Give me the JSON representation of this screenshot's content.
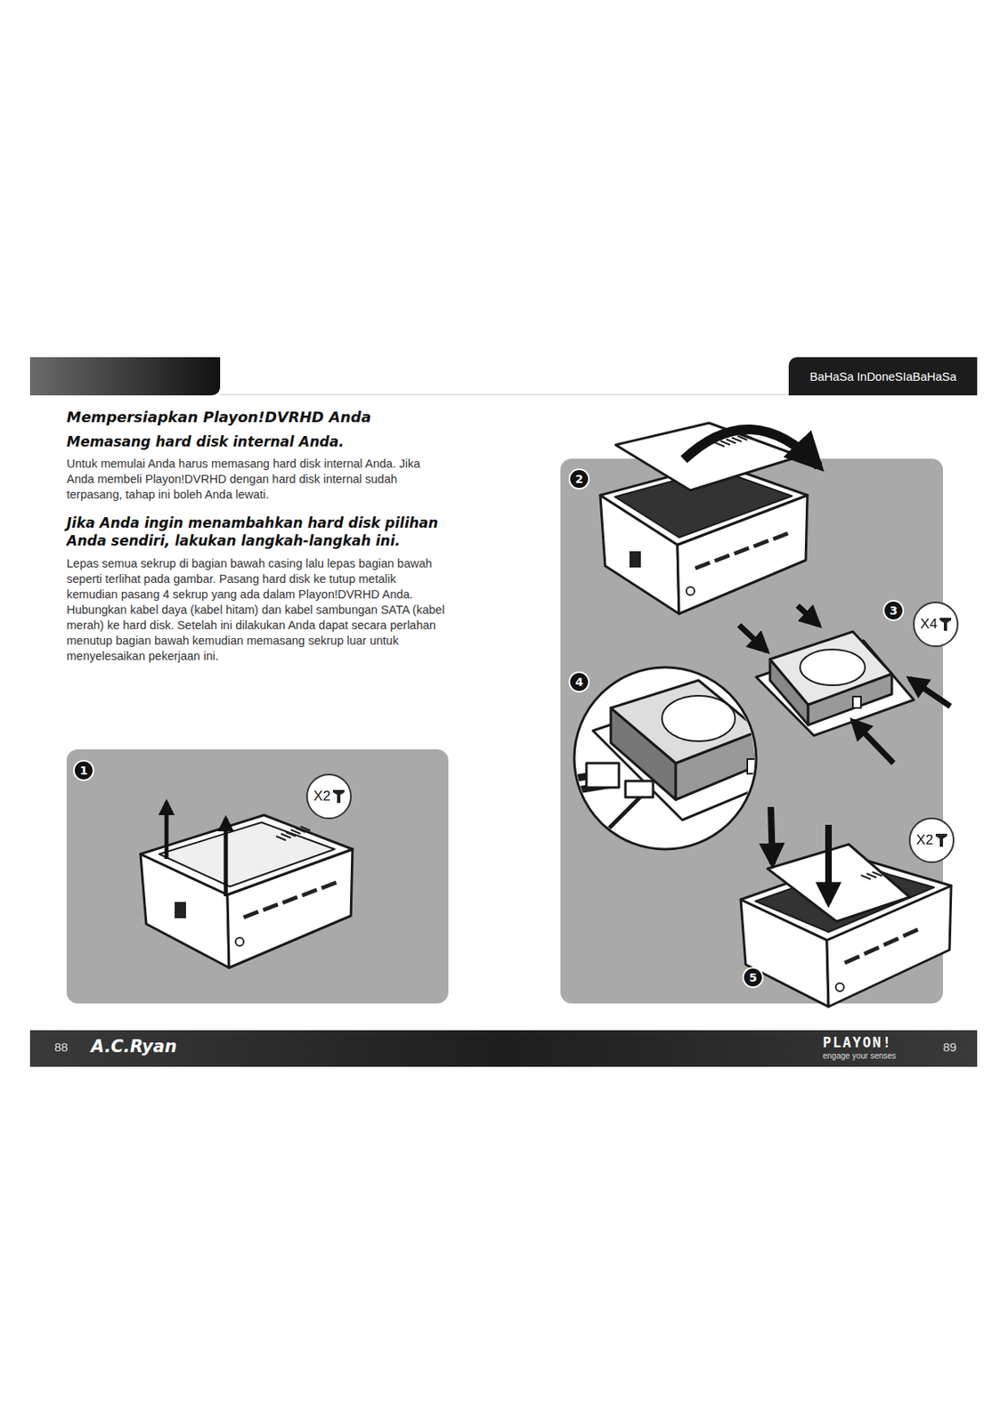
{
  "diagram": {
    "title": "Mempersiapkan Playon!DVRHD Anda",
    "nodes": [
      {
        "text": [
          "BaHaSa InDoneSIaBaHaSa"
        ]
      },
      {
        "text": [
          "88",
          "A.C.Ryan",
          "PLAYON!",
          "engage your senses",
          "89"
        ]
      },
      {
        "text": [
          "1"
        ]
      },
      {
        "text": [
          "X2"
        ]
      },
      {
        "text": [
          "2"
        ]
      },
      {
        "text": [
          "3"
        ]
      },
      {
        "text": [
          "X4"
        ]
      },
      {
        "text": [
          "4"
        ]
      },
      {
        "text": [
          "X2"
        ]
      },
      {
        "text": [
          "5"
        ]
      }
    ],
    "labels": [
      "Memasang hard disk internal Anda.",
      "Untuk memulai Anda harus memasang hard disk internal Anda. Jika Anda membeli Playon!DVRHD dengan hard disk internal sudah terpasang, tahap ini boleh Anda lewati.",
      "Jika Anda ingin menambahkan hard disk pilihan Anda sendiri, lakukan langkah-langkah ini.",
      "Lepas semua sekrup di bagian bawah casing lalu lepas bagian bawah seperti terlihat pada gambar. Pasang hard disk ke tutup metalik kemudian pasang 4 sekrup yang ada dalam Playon!DVRHD Anda. Hubungkan kabel daya (kabel hitam) dan kabel sambungan SATA (kabel merah) ke hard disk. Setelah ini dilakukan Anda dapat secara perlahan menutup bagian bawah kemudian memasang sekrup luar untuk menyelesaikan pekerjaan ini."
    ]
  }
}
